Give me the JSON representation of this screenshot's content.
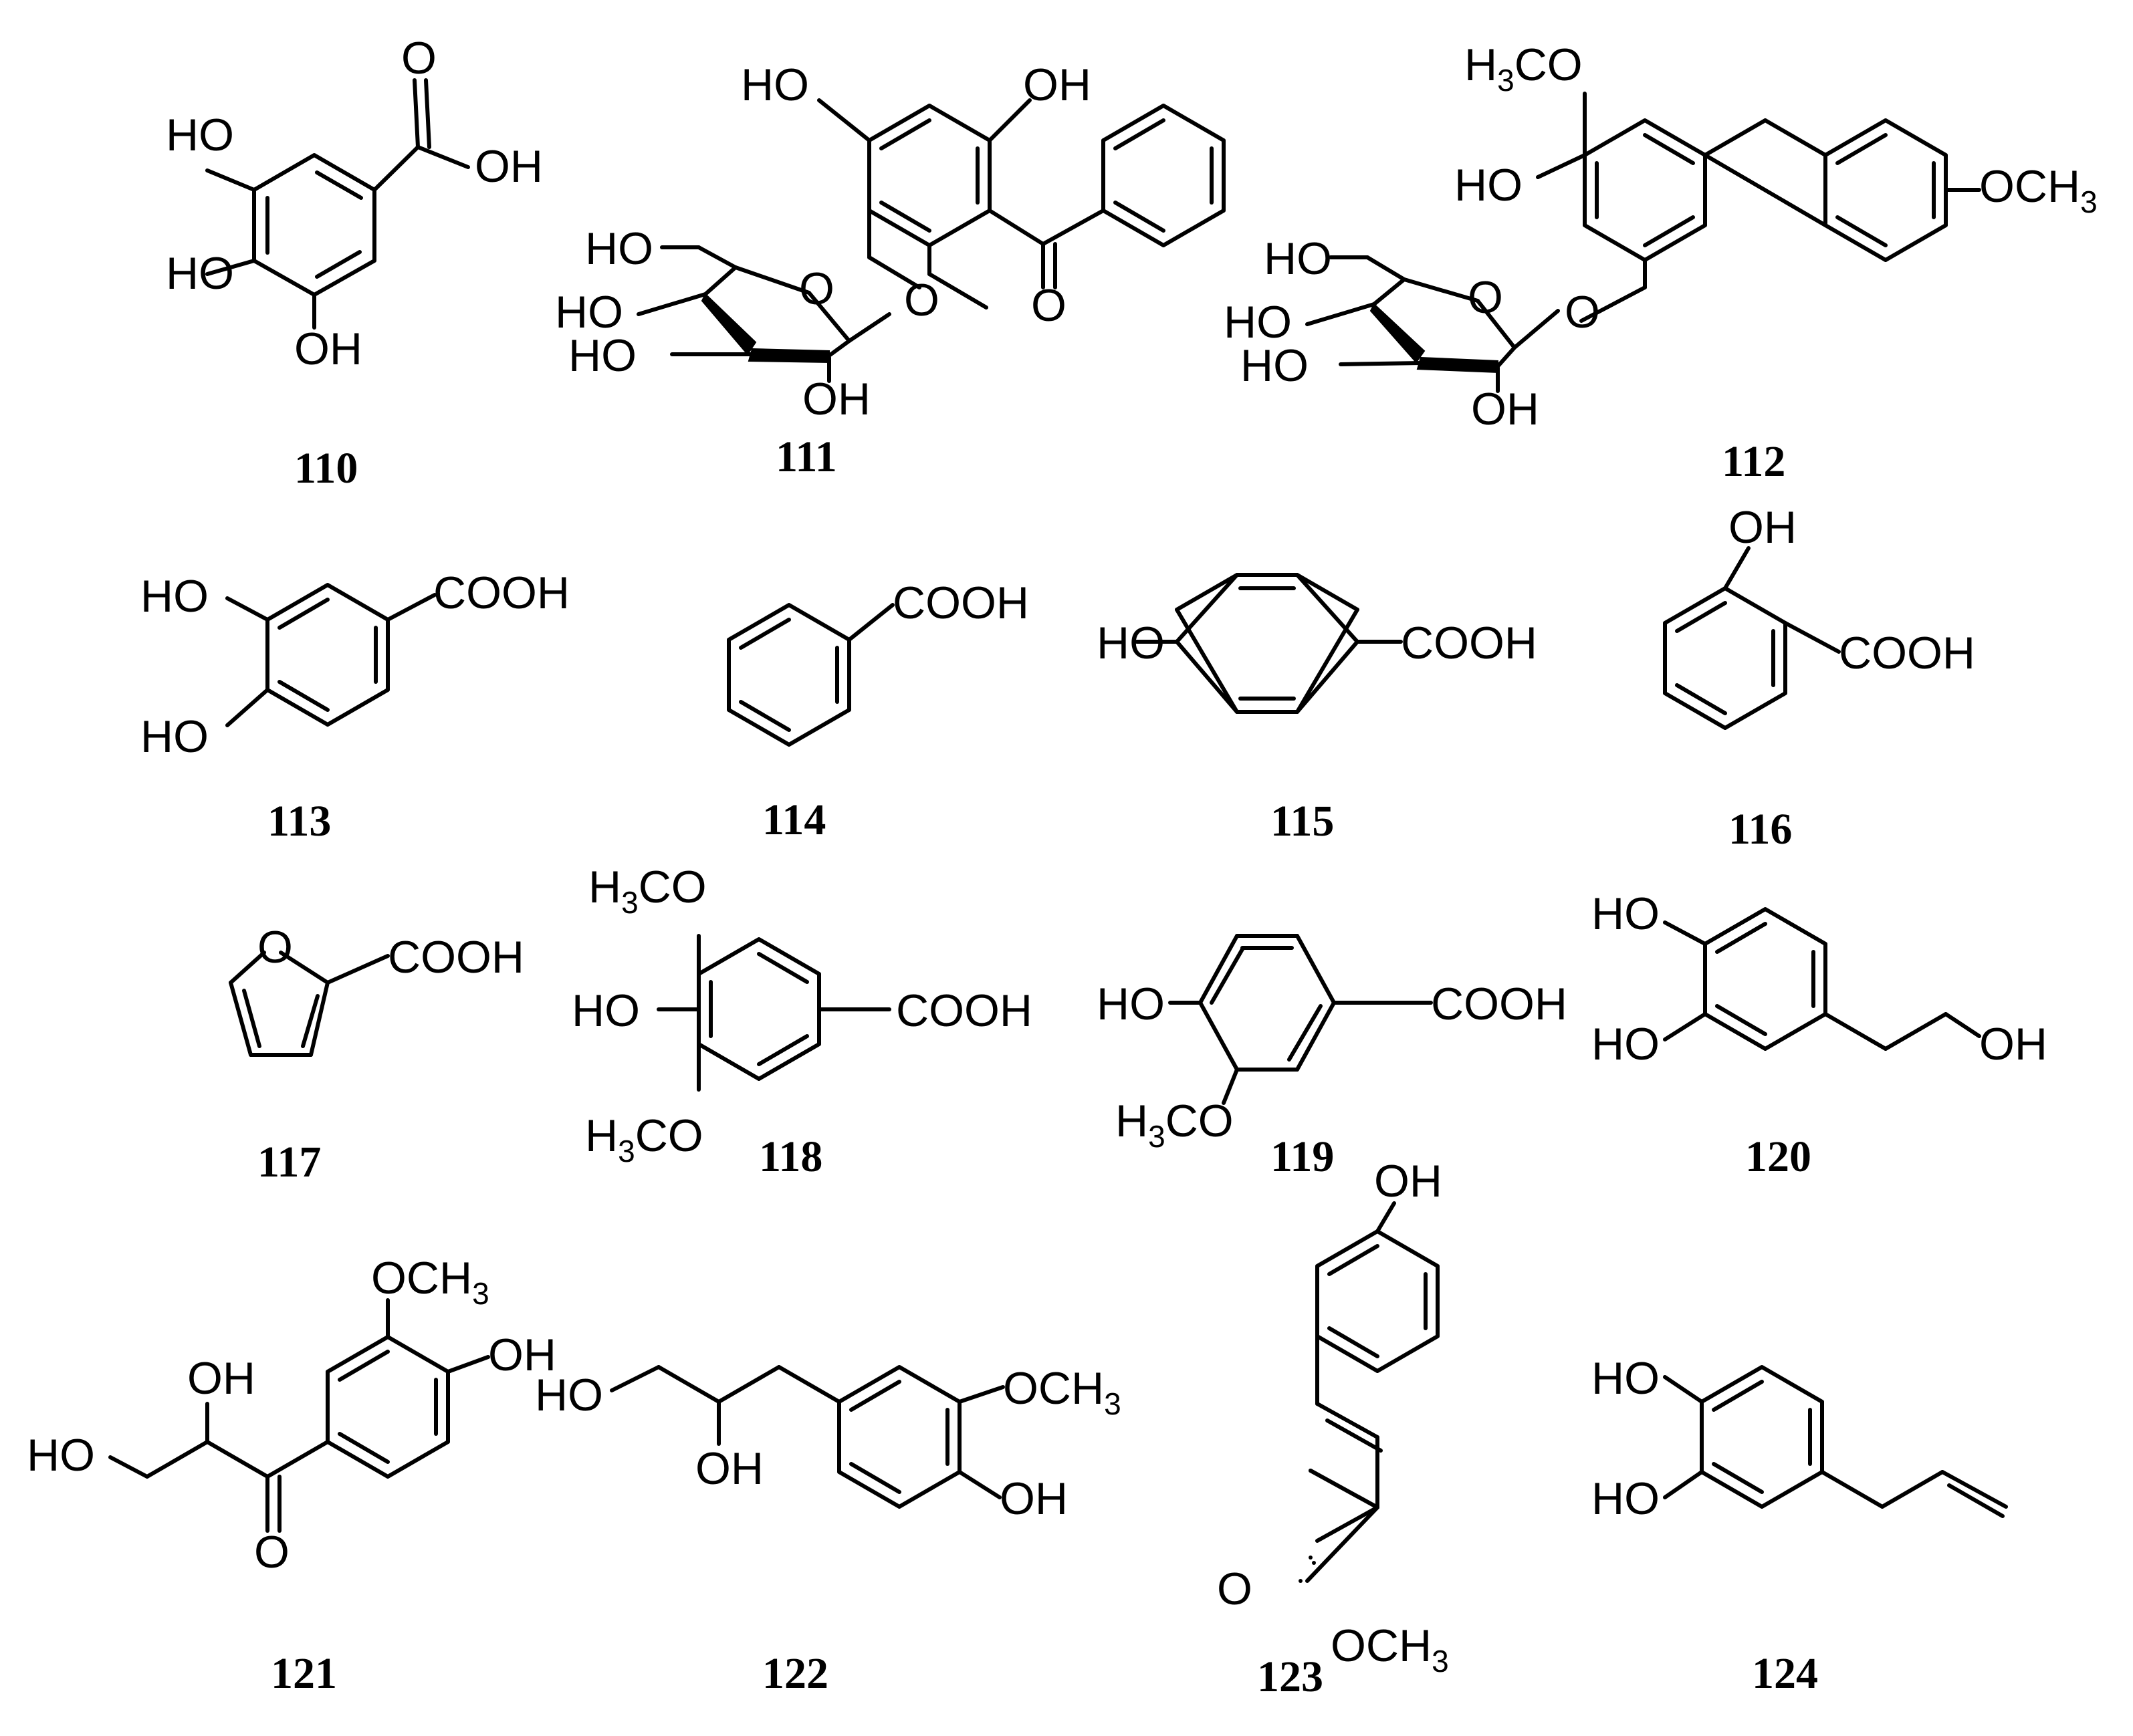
{
  "compounds": [
    {
      "id": "110",
      "labels": {
        "ho1": "HO",
        "ho2": "HO",
        "oh": "OH",
        "o": "O",
        "oh_acid": "OH"
      }
    },
    {
      "id": "111",
      "labels": {
        "ho_top": "HO",
        "oh_top": "OH",
        "o_ket": "O",
        "o_link": "O",
        "ho_ch2": "HO",
        "o_ring": "O",
        "ho_a": "HO",
        "ho_b": "HO",
        "oh_bot": "OH"
      }
    },
    {
      "id": "112",
      "labels": {
        "h3co": "H",
        "h3co_3": "3",
        "h3co_co": "CO",
        "ho": "HO",
        "och3": "OCH",
        "och3_3": "3",
        "o_link": "O",
        "ho_ch2": "HO",
        "o_ring": "O",
        "ho_a": "HO",
        "ho_b": "HO",
        "oh_bot": "OH"
      }
    },
    {
      "id": "113",
      "labels": {
        "ho1": "HO",
        "ho2": "HO",
        "cooh": "COOH"
      }
    },
    {
      "id": "114",
      "labels": {
        "cooh": "COOH"
      }
    },
    {
      "id": "115",
      "labels": {
        "ho": "HO",
        "cooh": "COOH"
      }
    },
    {
      "id": "116",
      "labels": {
        "oh": "OH",
        "cooh": "COOH"
      }
    },
    {
      "id": "117",
      "labels": {
        "o": "O",
        "cooh": "COOH"
      }
    },
    {
      "id": "118",
      "labels": {
        "h3co_top": "H",
        "h3co_top_3": "3",
        "h3co_top_co": "CO",
        "ho": "HO",
        "cooh": "COOH",
        "h3co_bot": "H",
        "h3co_bot_3": "3",
        "h3co_bot_co": "CO"
      }
    },
    {
      "id": "119",
      "labels": {
        "ho": "HO",
        "cooh": "COOH",
        "h3co": "H",
        "h3co_3": "3",
        "h3co_co": "CO"
      }
    },
    {
      "id": "120",
      "labels": {
        "ho1": "HO",
        "ho2": "HO",
        "oh": "OH"
      }
    },
    {
      "id": "121",
      "labels": {
        "och3": "OCH",
        "och3_3": "3",
        "oh_ring": "OH",
        "oh_side": "OH",
        "ho": "HO",
        "o": "O"
      }
    },
    {
      "id": "122",
      "labels": {
        "ho": "HO",
        "oh_mid": "OH",
        "och3": "OCH",
        "och3_3": "3",
        "oh_ring": "OH"
      }
    },
    {
      "id": "123",
      "labels": {
        "oh": "OH",
        "o": "O",
        "och3": "OCH",
        "och3_3": "3"
      }
    },
    {
      "id": "124",
      "labels": {
        "ho1": "HO",
        "ho2": "HO"
      }
    }
  ]
}
